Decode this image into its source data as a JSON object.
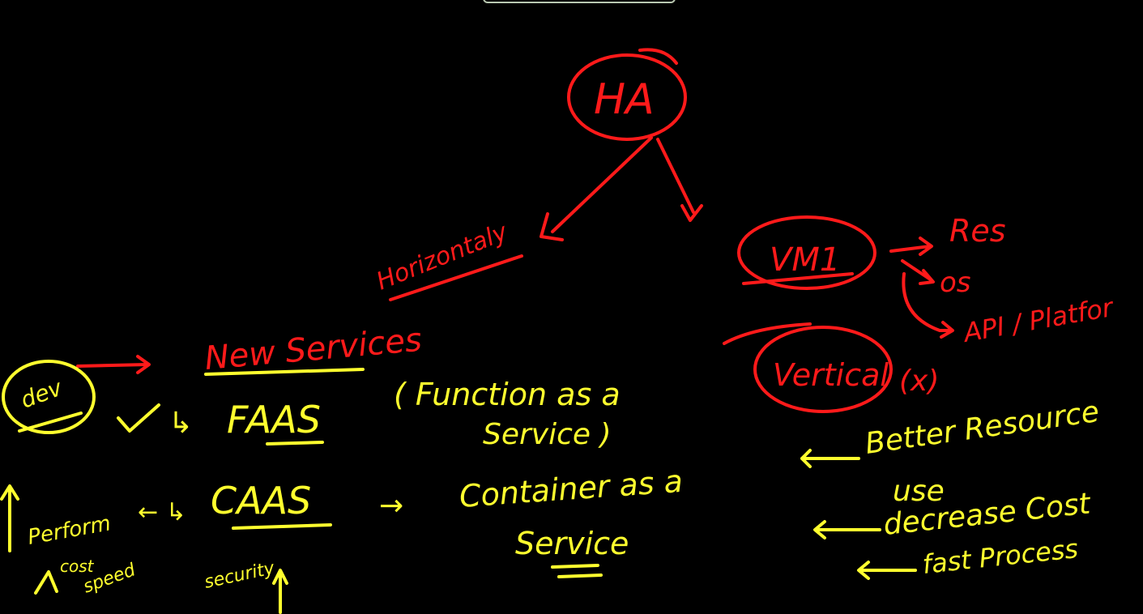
{
  "colors": {
    "background": "#000000",
    "red_ink": "#ff1a1a",
    "yellow_ink": "#ffff2e"
  },
  "red_notes": {
    "ha": "HA",
    "horizontal": "Horizontaly",
    "vm1": "VM1",
    "res": "Res",
    "os": "os",
    "api_platform": "API / Platfor",
    "vertical": "Vertical",
    "vertical_mark": "(x)",
    "new_services": "New Services"
  },
  "yellow_notes": {
    "dev": "dev",
    "check": "✓",
    "faas_arrow": "↳",
    "faas": "FAAS",
    "faas_desc_line1": "( Function as a",
    "faas_desc_line2": "Service )",
    "perform": "Perform",
    "caas_arrow": "← ↳",
    "caas": "CAAS",
    "caas_to": "→",
    "caas_desc_line1": "Container as a",
    "caas_desc_line2": "Service",
    "cost": "cost",
    "speed": "speed",
    "security": "security",
    "better_resource": "Better Resource",
    "use": "use",
    "decrease_cost": "decrease Cost",
    "fast_process": "fast Process"
  }
}
